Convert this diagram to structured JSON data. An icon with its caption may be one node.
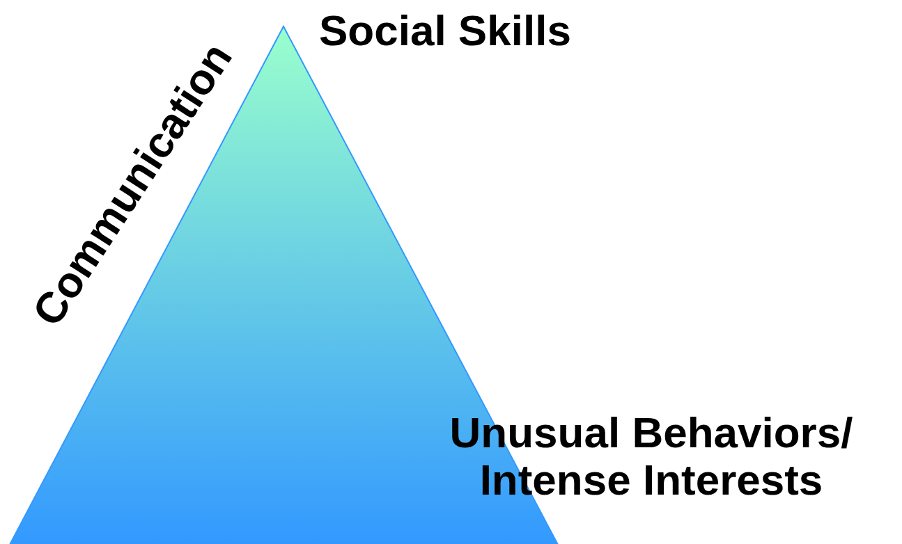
{
  "diagram": {
    "labels": [
      "Communication",
      "Social Skills",
      "Unusual Behaviors/ Intense Interests"
    ]
  }
}
